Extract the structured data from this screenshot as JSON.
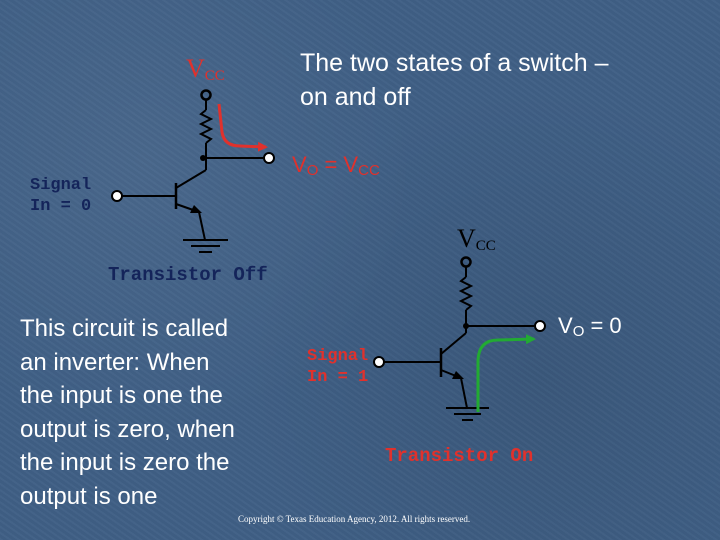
{
  "slide": {
    "title_line1": "The two states of a switch –",
    "title_line2": "on and off",
    "body_lines": [
      "This circuit is called",
      "an inverter:  When",
      "the input is one the",
      "output is zero, when",
      "the input is zero the",
      "output is one"
    ],
    "copyright": "Copyright © Texas Education Agency, 2012. All rights reserved."
  },
  "circuit_off": {
    "vcc_main": "V",
    "vcc_sub": "CC",
    "signal_line1": "Signal",
    "signal_line2": "In = 0",
    "vo_main": "V",
    "vo_sub": "O",
    "vo_rest": " = V",
    "vo_rest_sub": "CC",
    "state_label": "Transistor Off"
  },
  "circuit_on": {
    "vcc_main": "V",
    "vcc_sub": "CC",
    "signal_line1": "Signal",
    "signal_line2": "In = 1",
    "vo_main": "V",
    "vo_sub": "O",
    "vo_rest": " = 0",
    "state_label": "Transistor On"
  },
  "colors": {
    "background": "#3f5f85",
    "red": "#e0312c",
    "green": "#22aa33",
    "navy": "#14245a",
    "wire": "#000000"
  }
}
